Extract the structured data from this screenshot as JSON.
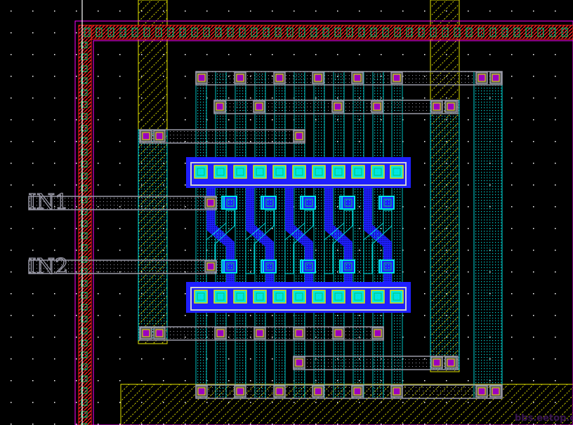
{
  "canvas": {
    "background": "#000000",
    "grid_color": "#ffffff"
  },
  "pins": [
    {
      "label": "IN1"
    },
    {
      "label": "IN2"
    }
  ],
  "watermark": "bbs.eetop.cn",
  "colors": {
    "diffusion": "#1f1fff",
    "metal1": "#00e5e5",
    "poly_rail": "#9a9aa8",
    "nwell": "#e6e600",
    "guard_ring": "#ff1a1a",
    "ring_outline": "#ff00ff",
    "contact": "#00cc66"
  }
}
